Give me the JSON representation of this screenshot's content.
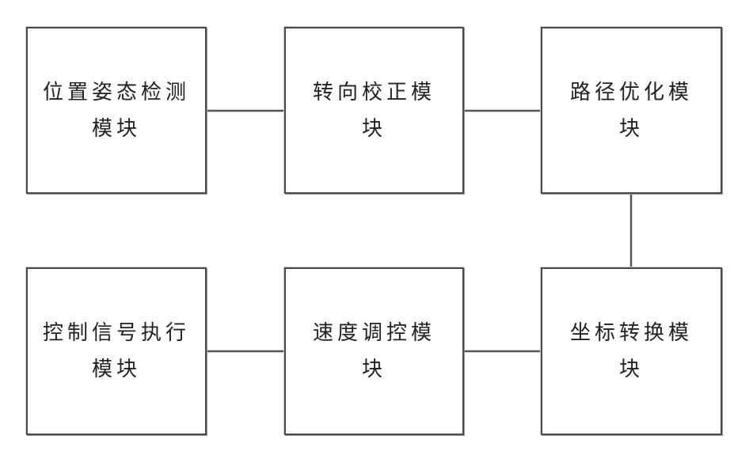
{
  "blocks": [
    {
      "id": "position-attitude-detection",
      "label": "位置姿态检测模块"
    },
    {
      "id": "steering-correction",
      "label": "转向校正模块"
    },
    {
      "id": "path-optimization",
      "label": "路径优化模块"
    },
    {
      "id": "control-signal-execution",
      "label": "控制信号执行模块"
    },
    {
      "id": "speed-regulation",
      "label": "速度调控模块"
    },
    {
      "id": "coordinate-transformation",
      "label": "坐标转换模块"
    }
  ],
  "connections": [
    {
      "from": "position-attitude-detection",
      "to": "steering-correction"
    },
    {
      "from": "steering-correction",
      "to": "path-optimization"
    },
    {
      "from": "path-optimization",
      "to": "coordinate-transformation"
    },
    {
      "from": "coordinate-transformation",
      "to": "speed-regulation"
    },
    {
      "from": "speed-regulation",
      "to": "control-signal-execution"
    }
  ]
}
